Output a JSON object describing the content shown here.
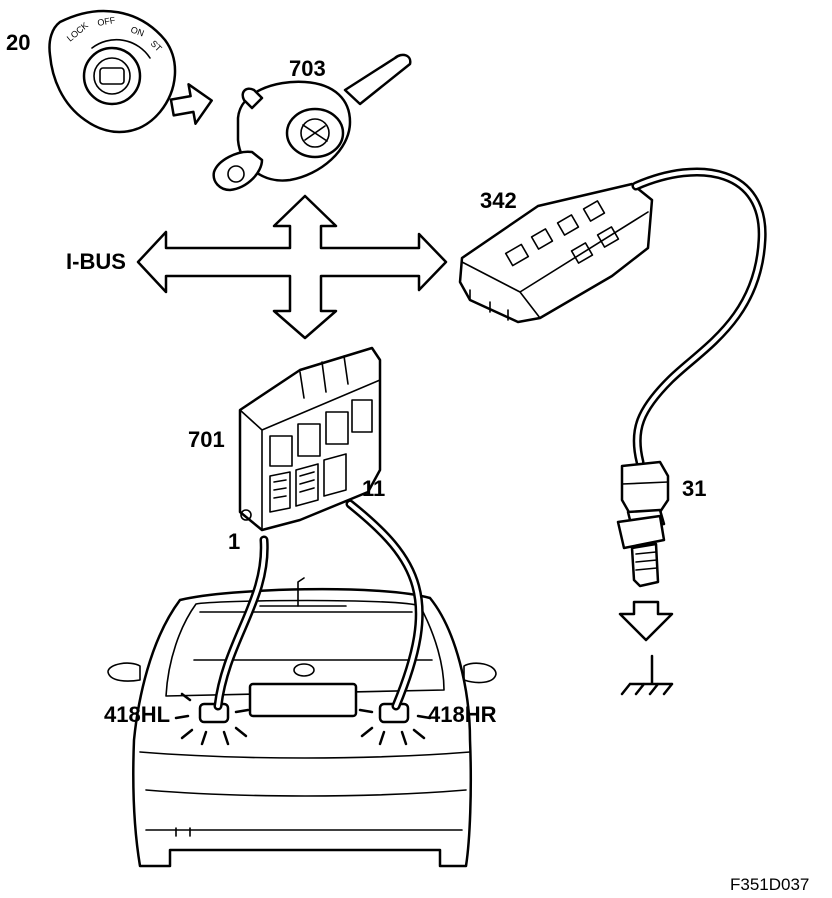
{
  "components": {
    "ignition_switch": {
      "number": "20",
      "positions": [
        "LOCK",
        "OFF",
        "ON",
        "ST"
      ]
    },
    "steering_column_switch": {
      "number": "703"
    },
    "fuse_relay_box": {
      "number": "342"
    },
    "control_module": {
      "number": "701"
    },
    "reversing_light_switch": {
      "number": "31"
    },
    "lamp_left": {
      "label": "418HL"
    },
    "lamp_right": {
      "label": "418HR"
    }
  },
  "bus": {
    "label": "I-BUS"
  },
  "pins": {
    "left": "1",
    "right": "11"
  },
  "figure_code": "F351D037"
}
